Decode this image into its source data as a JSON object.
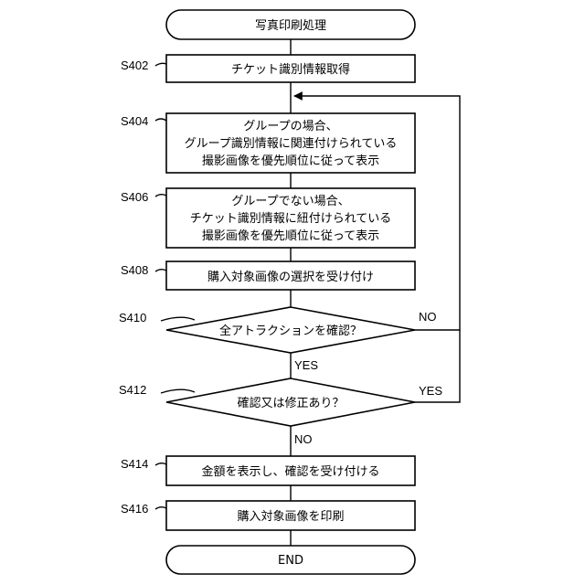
{
  "nodes": {
    "start": {
      "text": "写真印刷処理"
    },
    "s402": {
      "step": "S402",
      "text": "チケット識別情報取得"
    },
    "s404": {
      "step": "S404",
      "lines": [
        "グループの場合、",
        "グループ識別情報に関連付けられている",
        "撮影画像を優先順位に従って表示"
      ]
    },
    "s406": {
      "step": "S406",
      "lines": [
        "グループでない場合、",
        "チケット識別情報に紐付けられている",
        "撮影画像を優先順位に従って表示"
      ]
    },
    "s408": {
      "step": "S408",
      "text": "購入対象画像の選択を受け付け"
    },
    "s410": {
      "step": "S410",
      "text": "全アトラクションを確認？"
    },
    "s412": {
      "step": "S412",
      "text": "確認又は修正あり？"
    },
    "s414": {
      "step": "S414",
      "text": "金額を表示し、確認を受け付ける"
    },
    "s416": {
      "step": "S416",
      "text": "購入対象画像を印刷"
    },
    "end": {
      "text": "END"
    }
  },
  "edges": {
    "s410_no": "NO",
    "s410_yes": "YES",
    "s412_yes": "YES",
    "s412_no": "NO"
  }
}
